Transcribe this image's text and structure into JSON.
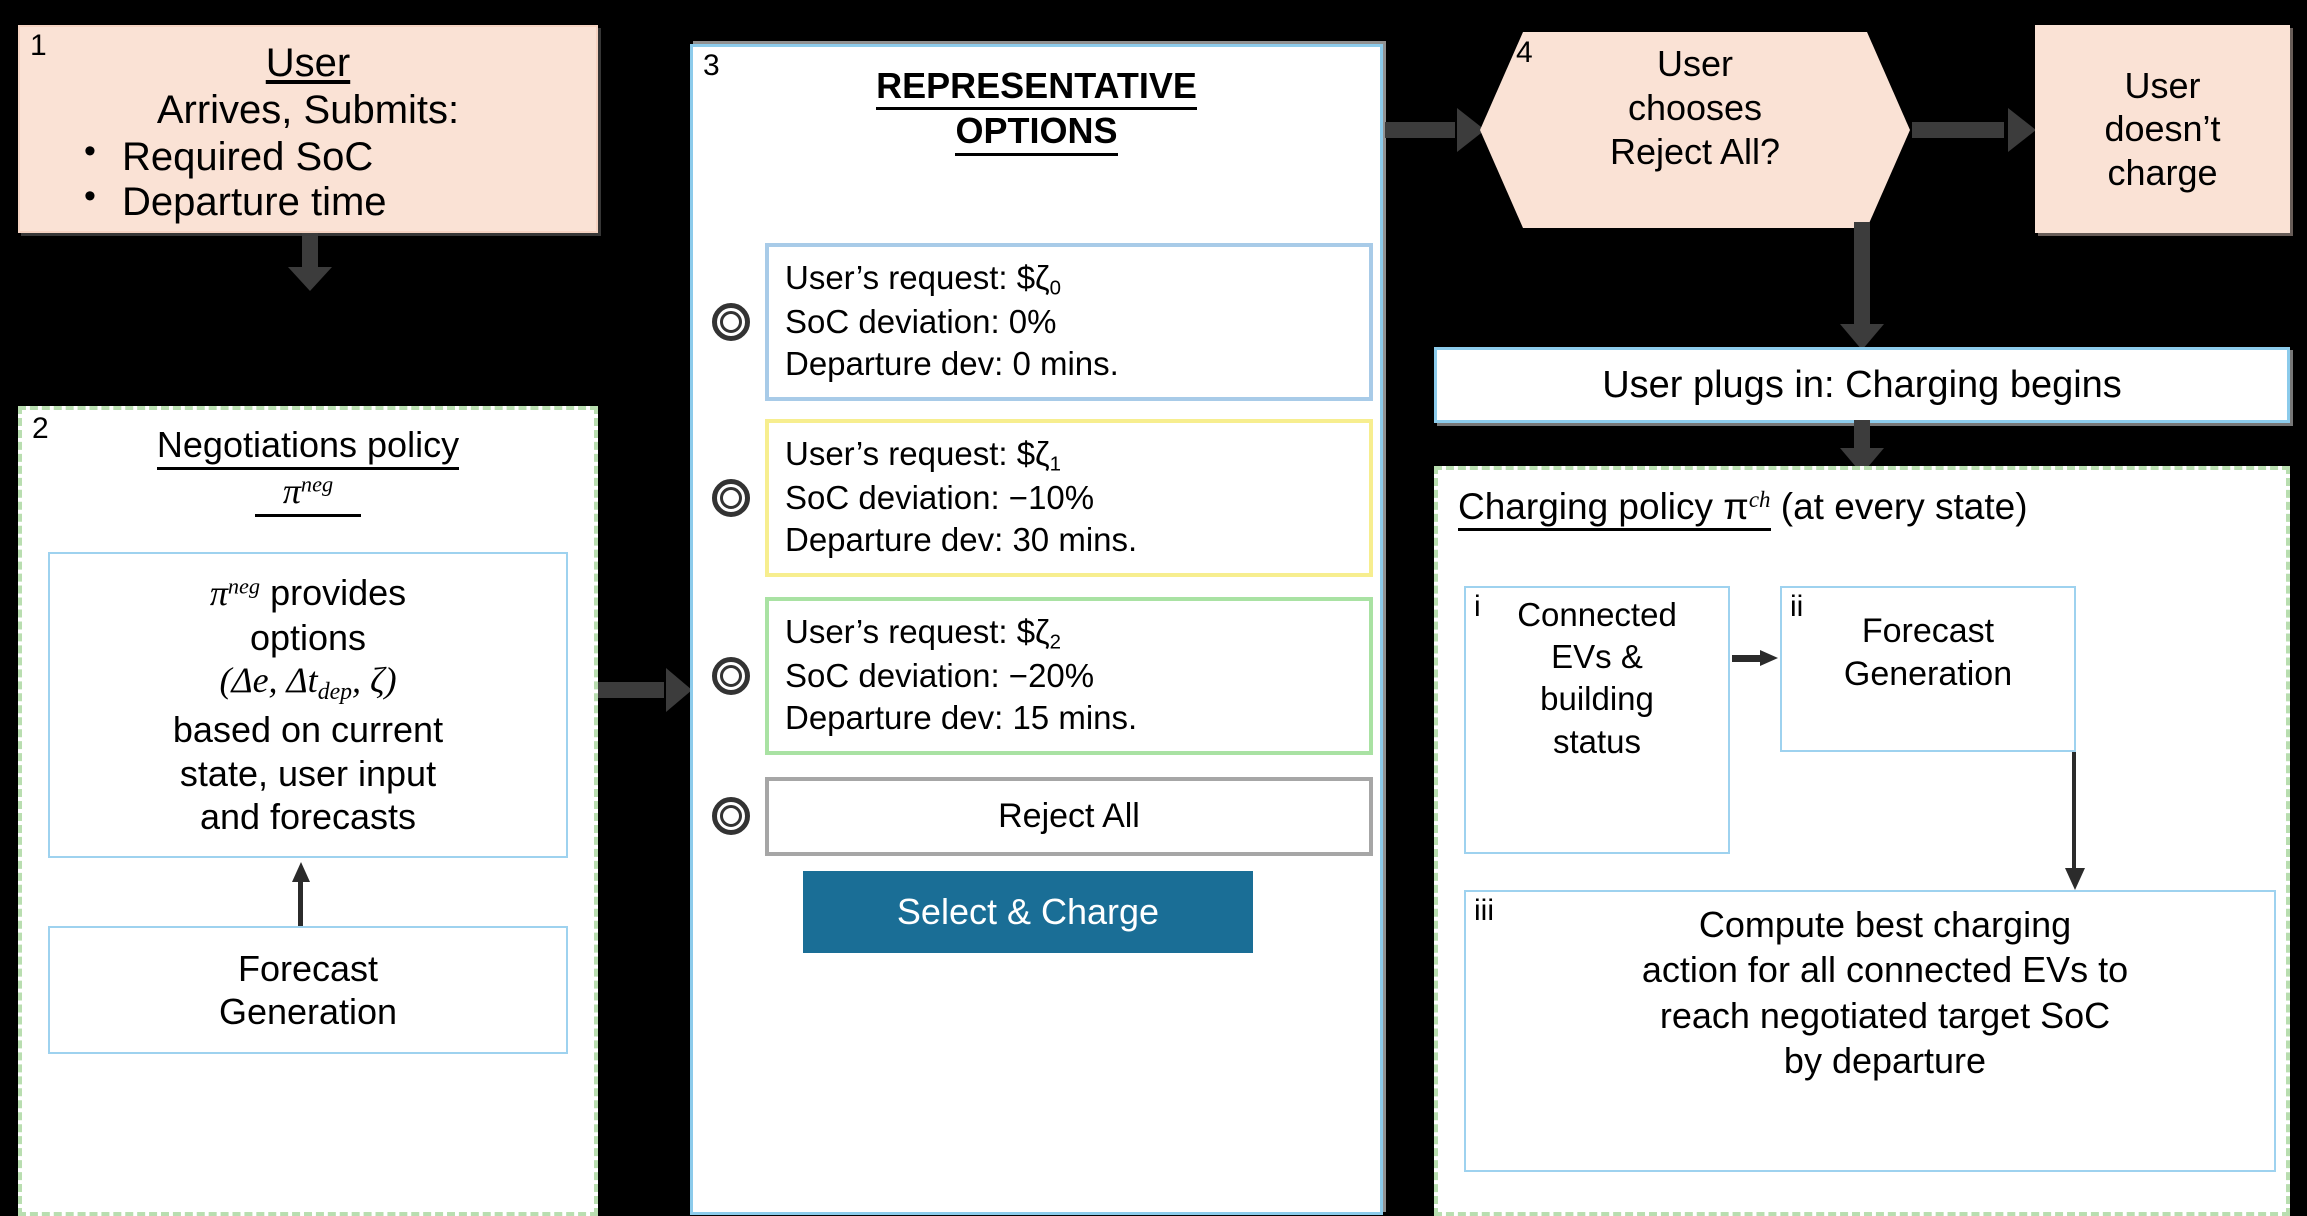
{
  "diagram": {
    "title": "EV charging negotiation and charging policy flowchart",
    "colors": {
      "peach_fill": "#fae2d5",
      "blue_border": "#8ccbeb",
      "green_dashed_border": "#b9deb0",
      "option0_border": "#a8cbe8",
      "option1_border": "#f7ee8f",
      "option2_border": "#a9e2a3",
      "reject_border": "#a6a6a6",
      "select_button_fill": "#1a6e96",
      "arrow_grey": "#3c3c3c",
      "background": "#000000"
    }
  },
  "box1": {
    "number": "1",
    "title": "User",
    "subtitle": "Arrives, Submits:",
    "bullets": [
      "Required SoC",
      "Departure time"
    ]
  },
  "box2": {
    "number": "2",
    "title_line1": "Negotiations policy",
    "title_line2": "π",
    "title_line2_sup": "neg",
    "body_pi": "π",
    "body_pi_sup": "neg",
    "body_line1_rest": " provides",
    "body_line2": "options",
    "body_line3": "(Δe, Δt_dep, ζ)",
    "body_line3_a": "Δe, Δt",
    "body_line3_sub": "dep",
    "body_line3_b": ", ζ",
    "body_line4": "based on current",
    "body_line5": "state, user input",
    "body_line6": "and forecasts",
    "forecast_line1": "Forecast",
    "forecast_line2": "Generation"
  },
  "box3": {
    "number": "3",
    "title_line1": "REPRESENTATIVE",
    "title_line2": "OPTIONS",
    "options": [
      {
        "radio_icon": "radio-button-icon",
        "request_label": "User’s request: $ζ",
        "request_sub": "0",
        "soc_label": "SoC deviation: 0%",
        "departure_label": "Departure dev: 0 mins.",
        "border_color": "#a8cbe8"
      },
      {
        "radio_icon": "radio-button-icon",
        "request_label": "User’s request: $ζ",
        "request_sub": "1",
        "soc_label": "SoC deviation: −10%",
        "departure_label": "Departure dev: 30 mins.",
        "border_color": "#f7ee8f"
      },
      {
        "radio_icon": "radio-button-icon",
        "request_label": "User’s request: $ζ",
        "request_sub": "2",
        "soc_label": "SoC deviation: −20%",
        "departure_label": "Departure dev: 15 mins.",
        "border_color": "#a9e2a3"
      }
    ],
    "reject_all_label": "Reject All",
    "select_button_label": "Select & Charge"
  },
  "box4": {
    "number": "4",
    "line1": "User",
    "line2": "chooses",
    "line3": "Reject All?"
  },
  "no_charge": {
    "line1": "User",
    "line2": "doesn’t",
    "line3": "charge"
  },
  "plug_bar": {
    "label": "User plugs in: Charging begins"
  },
  "charging_policy": {
    "title_underlined": "Charging policy π",
    "title_sup": "ch",
    "title_rest": " (at every state)",
    "steps": [
      {
        "label": "i",
        "line1": "Connected",
        "line2": "EVs &",
        "line3": "building",
        "line4": "status"
      },
      {
        "label": "ii",
        "line1": "Forecast",
        "line2": "Generation"
      },
      {
        "label": "iii",
        "line1": "Compute best charging",
        "line2": "action for all connected EVs to",
        "line3": "reach negotiated target SoC",
        "line4": "by departure"
      }
    ]
  }
}
